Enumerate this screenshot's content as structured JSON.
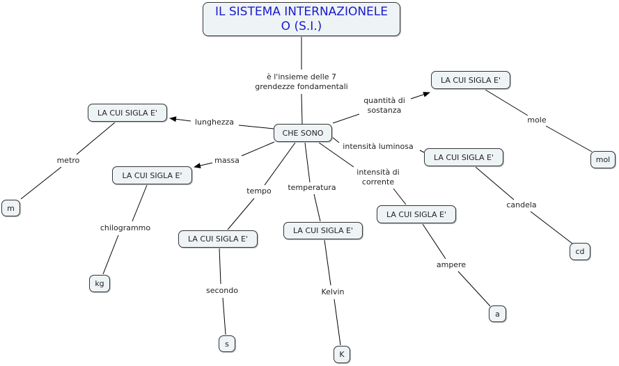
{
  "title": {
    "line1": "IL SISTEMA INTERNAZIONELE",
    "line2": "O (S.I.)"
  },
  "center": "CHE SONO",
  "link_title": {
    "line1": "è l'insieme delle 7",
    "line2": "grendezze fondamentali"
  },
  "sigla": "LA CUI SIGLA E'",
  "quantities": [
    {
      "name": "lunghezza",
      "unit": "metro",
      "symbol": "m"
    },
    {
      "name": "massa",
      "unit": "chilogrammo",
      "symbol": "kg"
    },
    {
      "name": "tempo",
      "unit": "secondo",
      "symbol": "s"
    },
    {
      "name": "temperatura",
      "unit": "Kelvin",
      "symbol": "K"
    },
    {
      "name_line1": "intensità di",
      "name_line2": "corrente",
      "unit": "ampere",
      "symbol": "a"
    },
    {
      "name": "intensità luminosa",
      "unit": "candela",
      "symbol": "cd"
    },
    {
      "name_line1": "quantità di",
      "name_line2": "sostanza",
      "unit": "mole",
      "symbol": "mol"
    }
  ],
  "colors": {
    "title_text": "#1a1acc",
    "node_fill": "#eef3f6",
    "line": "#000000"
  }
}
